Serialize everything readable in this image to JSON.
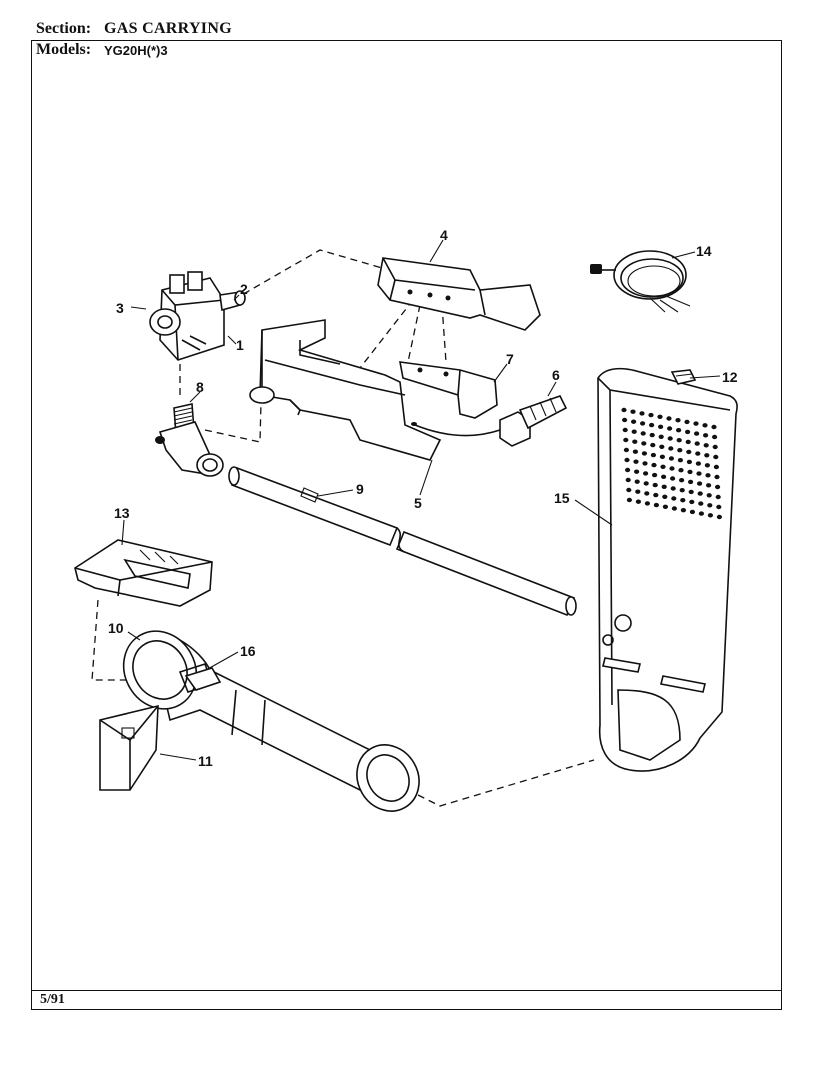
{
  "header": {
    "section_label": "Section:",
    "section_value": "GAS CARRYING",
    "models_label": "Models:",
    "models_value": "YG20H(*)3"
  },
  "footer": {
    "date": "5/91"
  },
  "callouts": [
    "1",
    "2",
    "3",
    "4",
    "5",
    "6",
    "7",
    "8",
    "9",
    "10",
    "11",
    "12",
    "13",
    "14",
    "15",
    "16"
  ],
  "parts": [
    {
      "id": "1",
      "icon": "gas-valve-body"
    },
    {
      "id": "2",
      "icon": "valve-fitting"
    },
    {
      "id": "3",
      "icon": "valve-coil"
    },
    {
      "id": "4",
      "icon": "burner-bracket"
    },
    {
      "id": "5",
      "icon": "mounting-bracket"
    },
    {
      "id": "6",
      "icon": "igniter"
    },
    {
      "id": "7",
      "icon": "support-bracket"
    },
    {
      "id": "8",
      "icon": "orifice-elbow"
    },
    {
      "id": "9",
      "icon": "gas-tube"
    },
    {
      "id": "10",
      "icon": "combustion-chamber"
    },
    {
      "id": "11",
      "icon": "chamber-support"
    },
    {
      "id": "12",
      "icon": "flame-sensor"
    },
    {
      "id": "13",
      "icon": "burner-housing"
    },
    {
      "id": "14",
      "icon": "wire-harness"
    },
    {
      "id": "15",
      "icon": "heat-shield-panel"
    },
    {
      "id": "16",
      "icon": "chamber-clip"
    }
  ]
}
